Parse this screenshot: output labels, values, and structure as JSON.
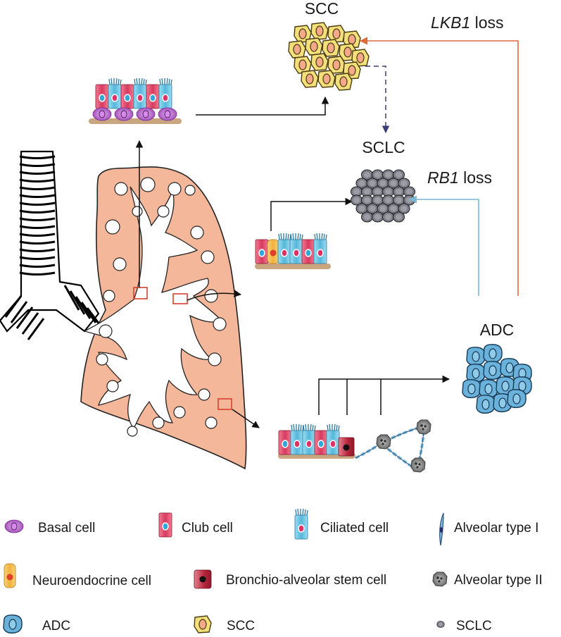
{
  "labels": {
    "scc": "SCC",
    "sclc": "SCLC",
    "adc": "ADC",
    "lkb1_gene": "LKB1",
    "lkb1_suffix": " loss",
    "rb1_gene": "RB1",
    "rb1_suffix": " loss"
  },
  "legend": {
    "basal": "Basal cell",
    "club": "Club cell",
    "ciliated": "Ciliated cell",
    "at1": "Alveolar type I",
    "neuroendocrine": "Neuroendocrine cell",
    "basc": "Bronchio-alveolar stem cell",
    "at2": "Alveolar type II",
    "adc": "ADC",
    "scc": "SCC",
    "sclc": "SCLC"
  },
  "colors": {
    "lung": "#f5b79a",
    "lkb1_arrow": "#e0693a",
    "rb1_arrow": "#79b7d3",
    "dashed_arrow": "#3b3b7a",
    "basal": "#b468c8",
    "club": "#d83a5e",
    "ciliated": "#56b7da",
    "neuroendocrine": "#f2b13b",
    "basc": "#b7243a",
    "adc_cell": "#6ab2db",
    "scc_cell": "#f4e07a",
    "sclc_cell": "#7f8088",
    "membrane": "#c9a680",
    "box": "#d94030"
  }
}
